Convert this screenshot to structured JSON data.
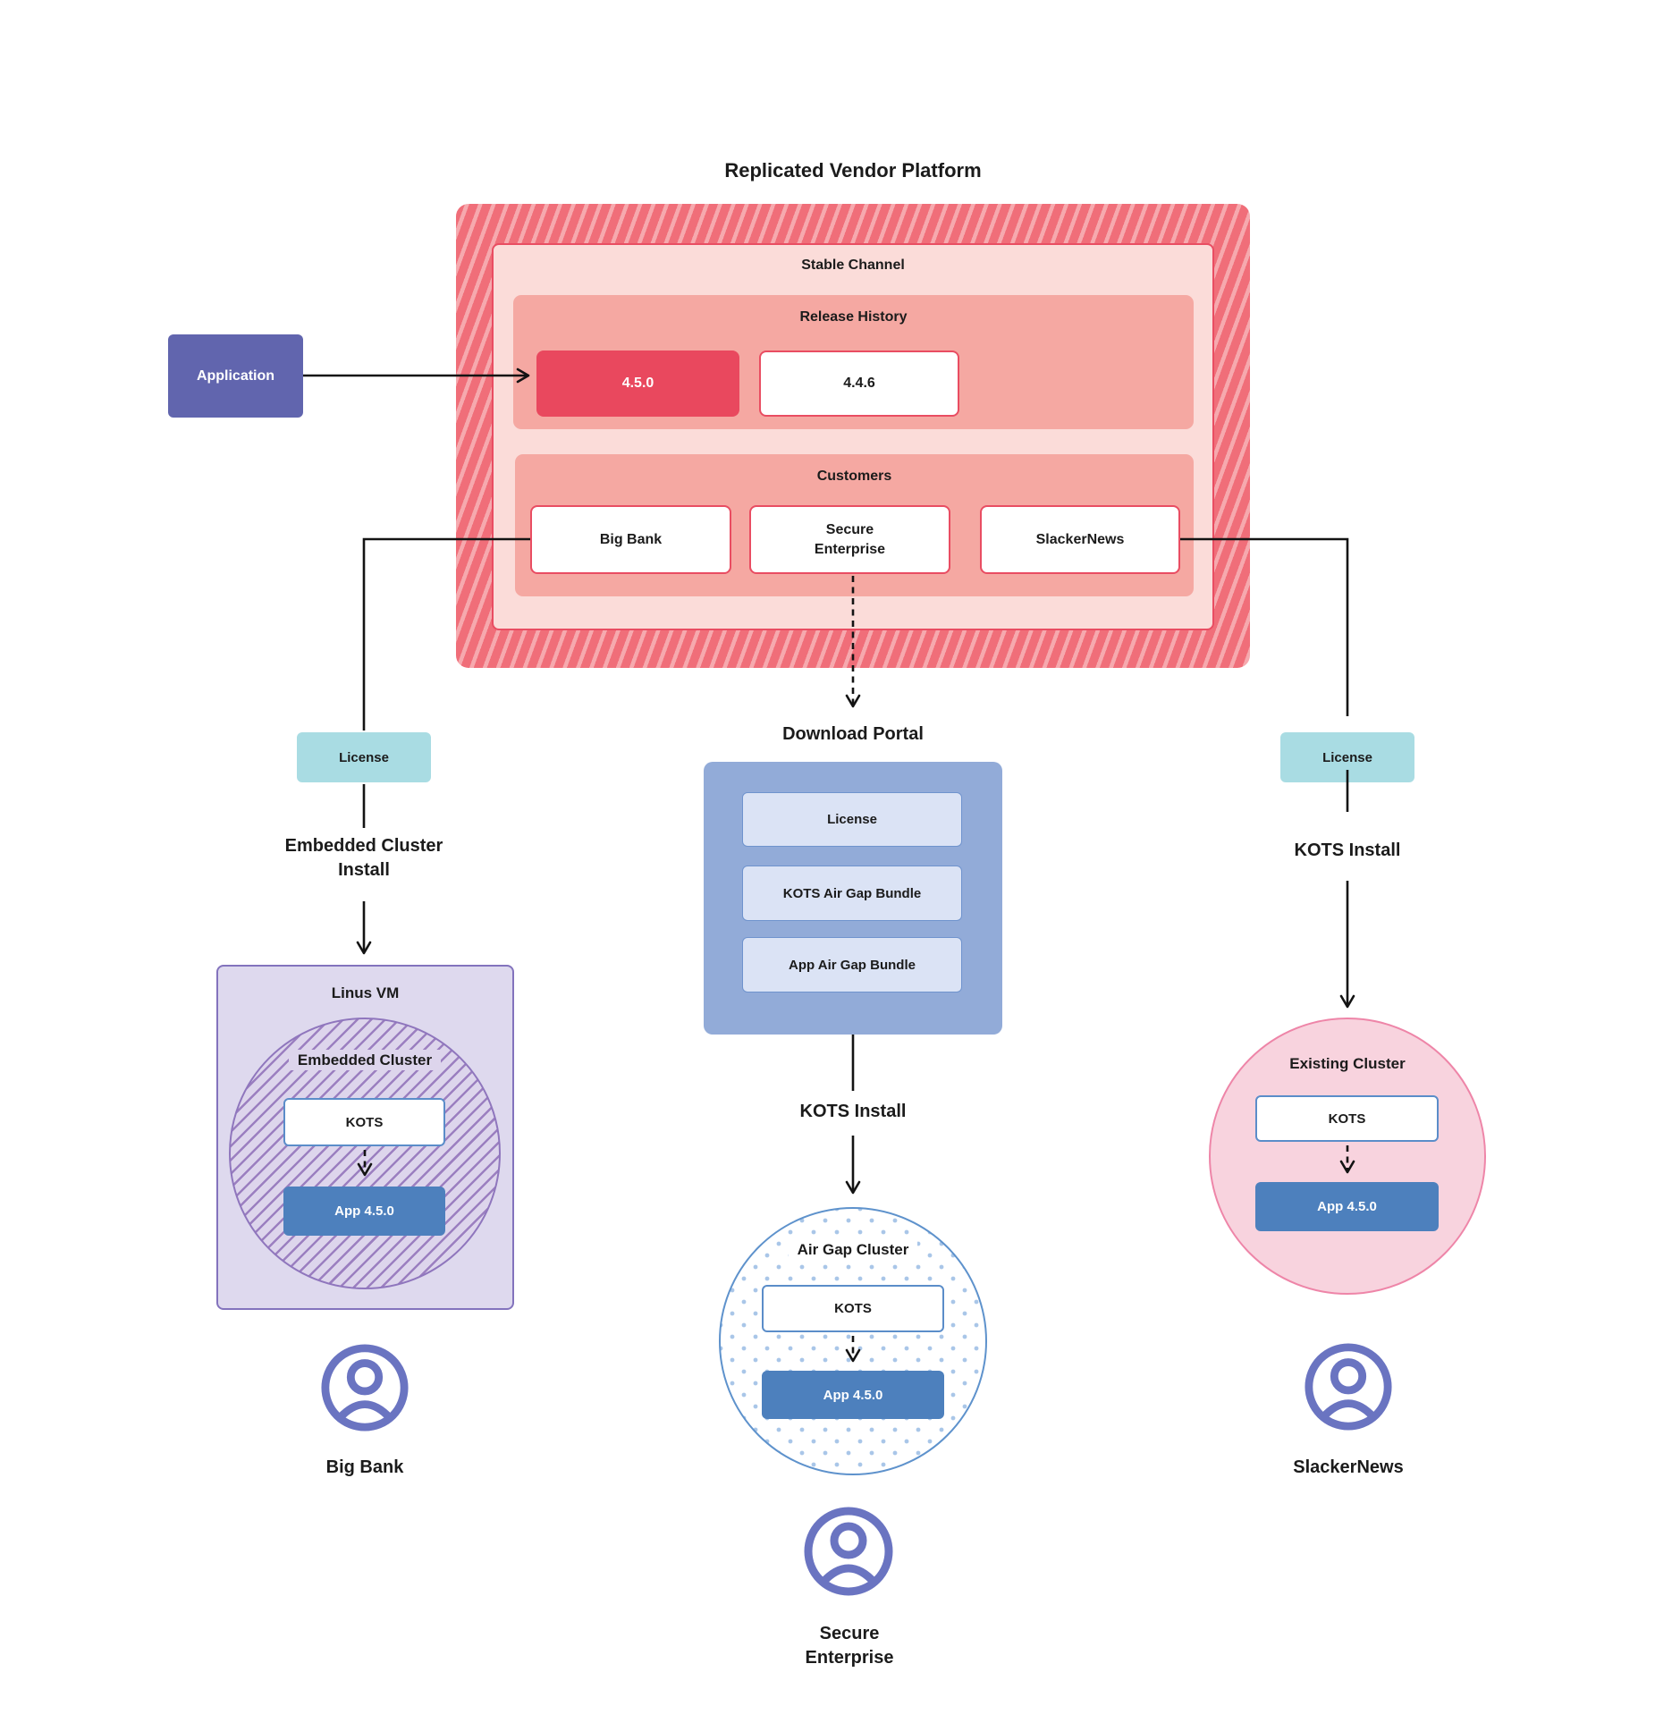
{
  "title": "Replicated Vendor Platform",
  "application": {
    "label": "Application"
  },
  "platform": {
    "stable_channel_label": "Stable Channel",
    "release_history": {
      "label": "Release History",
      "current_release": "4.5.0",
      "previous_release": "4.4.6"
    },
    "customers": {
      "label": "Customers",
      "big_bank": "Big Bank",
      "secure_enterprise": "Secure\nEnterprise",
      "slackernews": "SlackerNews"
    }
  },
  "download_portal": {
    "title": "Download  Portal",
    "items": [
      "License",
      "KOTS Air Gap Bundle",
      "App Air Gap Bundle"
    ]
  },
  "left_flow": {
    "license": "License",
    "install_method": "Embedded Cluster\nInstall",
    "vm_label": "Linus VM",
    "cluster_label": "Embedded Cluster",
    "kots": "KOTS",
    "app": "App 4.5.0",
    "customer": "Big Bank"
  },
  "center_flow": {
    "install_method": "KOTS Install",
    "cluster_label": "Air Gap Cluster",
    "kots": "KOTS",
    "app": "App 4.5.0",
    "customer": "Secure\nEnterprise"
  },
  "right_flow": {
    "license": "License",
    "install_method": "KOTS Install",
    "cluster_label": "Existing Cluster",
    "kots": "KOTS",
    "app": "App 4.5.0",
    "customer": "SlackerNews"
  },
  "colors": {
    "hatch_dark": "#f06e79",
    "hatch_light": "#f6a9ae",
    "stable_bg": "#fbdcd9",
    "accent_red": "#e94d62",
    "salmon": "#f5a8a2",
    "application_purple": "#6165ae",
    "license_teal": "#a9dce3",
    "portal_blue": "#92abd8",
    "portal_item_bg": "#dbe3f5",
    "portal_item_border": "#6f93cd",
    "app_blue": "#4d80bd",
    "kots_border_blue": "#5b8dc9",
    "vm_lavender": "#ded9ee",
    "vm_border": "#8373bd",
    "embedded_stripe": "#9b7fc0",
    "existing_pink": "#f8d3de",
    "existing_border": "#ee85a8",
    "airgap_dot": "#a9c6e8",
    "airgap_border": "#5e92cc",
    "person_purple": "#6a74c1",
    "line_black": "#131313"
  }
}
